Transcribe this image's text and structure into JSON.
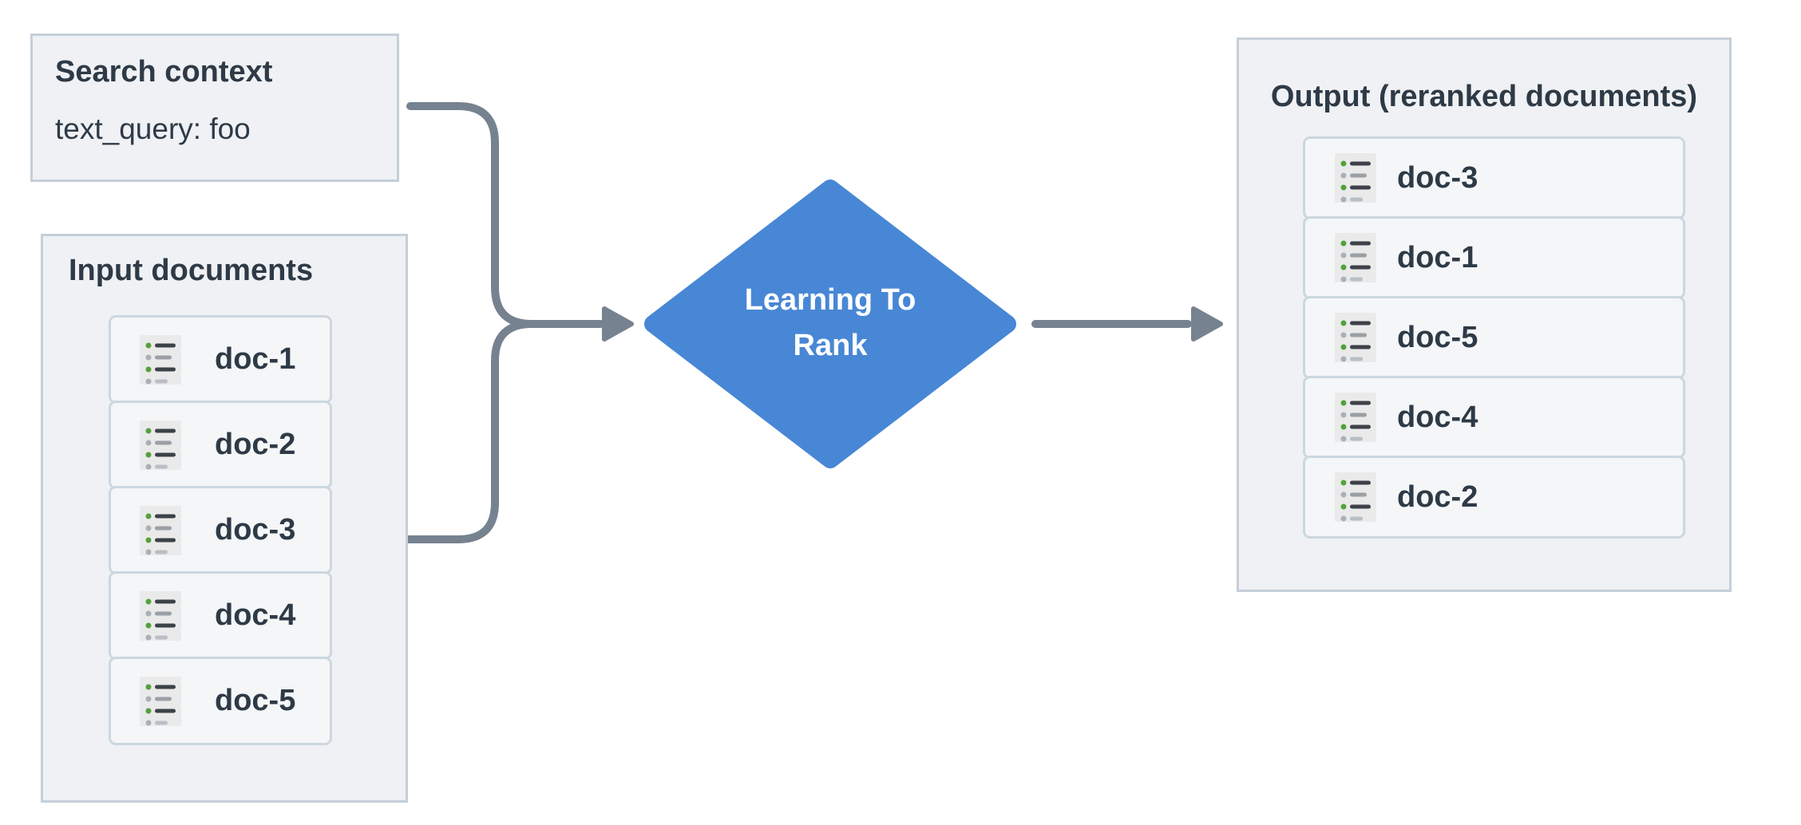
{
  "search_context": {
    "title": "Search context",
    "query": "text_query: foo"
  },
  "input_documents": {
    "title": "Input documents",
    "docs": [
      "doc-1",
      "doc-2",
      "doc-3",
      "doc-4",
      "doc-5"
    ]
  },
  "ranker": {
    "lines": [
      "Learning To",
      "Rank"
    ]
  },
  "output_documents": {
    "title": "Output (reranked documents)",
    "docs": [
      "doc-3",
      "doc-1",
      "doc-5",
      "doc-4",
      "doc-2"
    ]
  },
  "colors": {
    "accent_blue": "#4887d5",
    "arrow_gray": "#76828f",
    "panel_bg": "#eff1f4",
    "panel_border": "#c5cfd8",
    "card_bg": "#f4f6f8",
    "card_border": "#ccd7df",
    "text_dark": "#2e3a46",
    "icon_green": "#53a23a"
  }
}
